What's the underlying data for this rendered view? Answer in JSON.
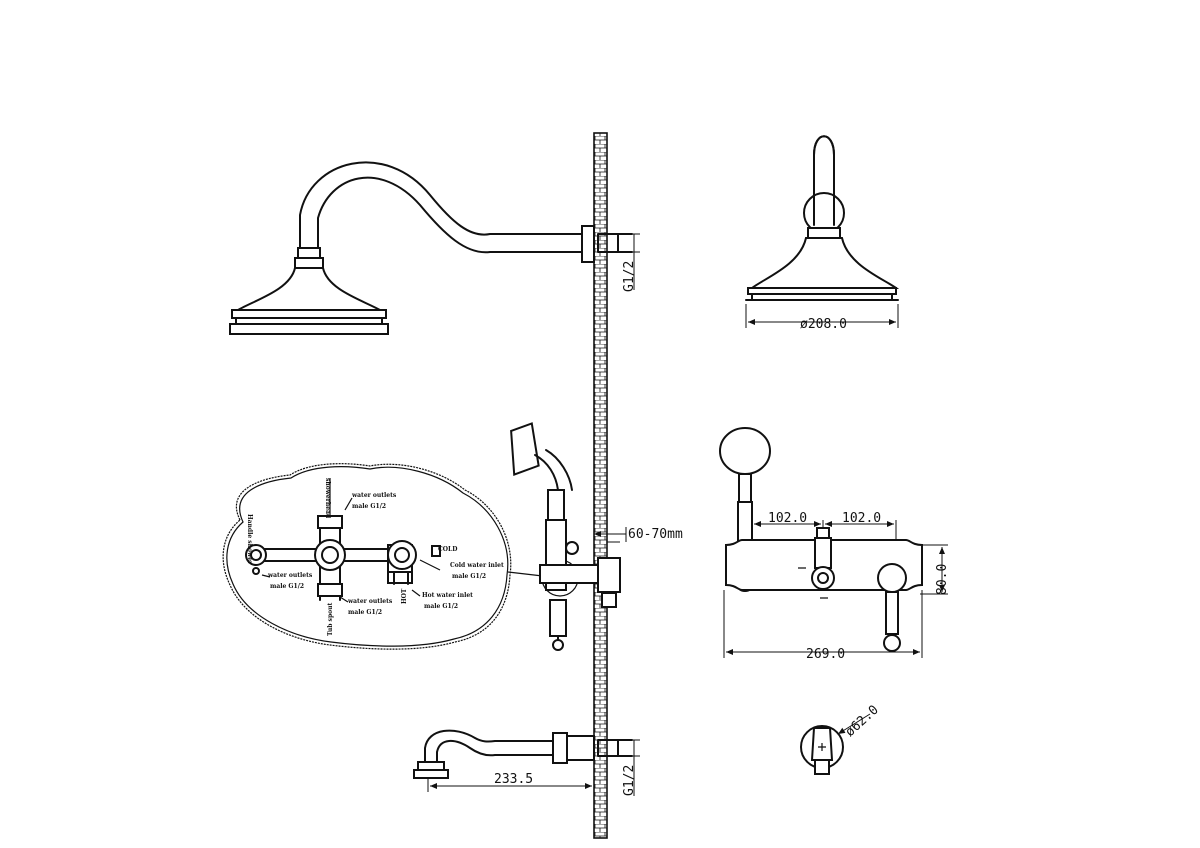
{
  "dimensions": {
    "thread_top": "G1/2",
    "thread_bottom": "G1/2",
    "shower_head_diameter": "ø208.0",
    "wall_depth": "60-70mm",
    "left_spacing": "102.0",
    "right_spacing": "102.0",
    "plate_height": "80.0",
    "plate_width": "269.0",
    "spout_length": "233.5",
    "escutcheon_diameter": "ø62.0"
  },
  "detail_notes": {
    "showerhead": "showerhead",
    "water_outlets_top_1": "water outlets",
    "water_outlets_top_2": "male G1/2",
    "handle_shower": "Handle shower",
    "water_outlets_left_1": "water outlets",
    "water_outlets_left_2": "male G1/2",
    "water_outlets_bottom_1": "water outlets",
    "water_outlets_bottom_2": "male G1/2",
    "tub_spout": "Tub spout",
    "cold": "COLD",
    "hot": "HOT",
    "cold_inlet_1": "Cold water inlet",
    "cold_inlet_2": "male G1/2",
    "hot_inlet_1": "Hot water inlet",
    "hot_inlet_2": "male G1/2"
  }
}
